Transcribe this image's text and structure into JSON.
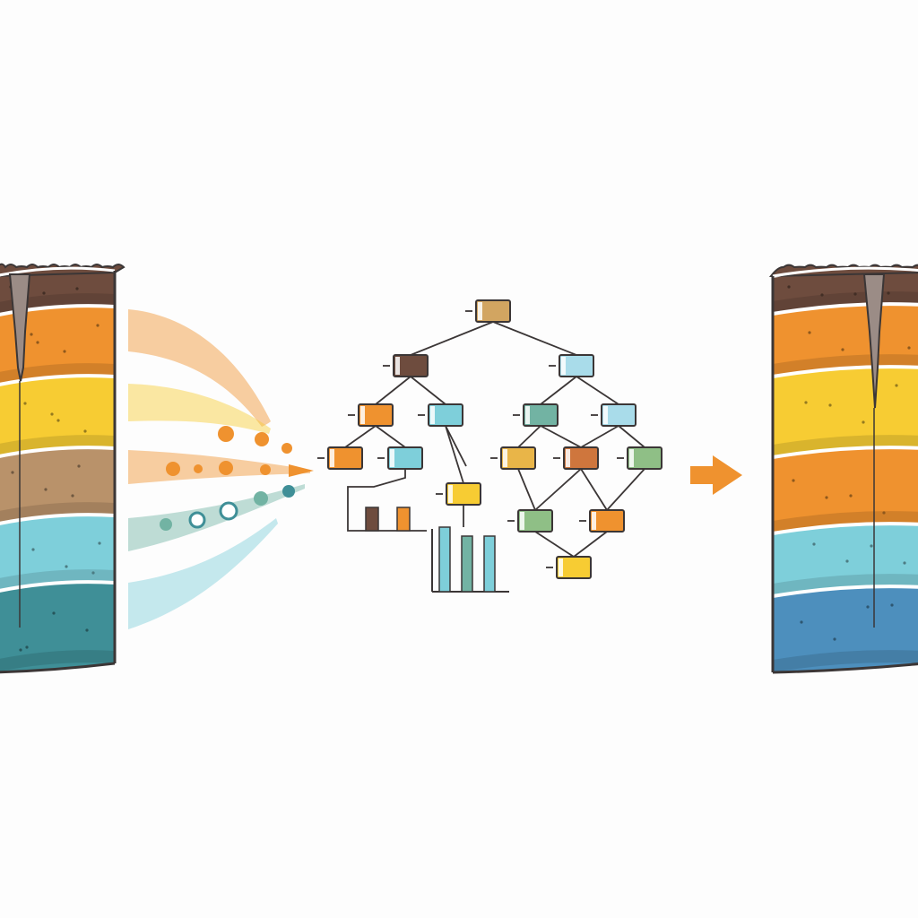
{
  "colors": {
    "background": "#fdfdfd",
    "outline": "#3b3636",
    "brown_dark": "#6e4c3e",
    "brown_light": "#b9926a",
    "orange": "#ef922f",
    "yellow": "#f7cc33",
    "teal_light": "#7ecfda",
    "teal_dark": "#3f8f97",
    "blue": "#4d8fbd",
    "sage": "#8fbf86",
    "sea_green": "#72b3a3",
    "ochre": "#e9b548",
    "rust": "#cf763d",
    "sky": "#a9dcea",
    "tan": "#d2a561"
  },
  "input_column": {
    "layers": [
      "brown_dark",
      "orange",
      "yellow",
      "brown_light",
      "teal_light",
      "teal_dark"
    ]
  },
  "output_column": {
    "layers": [
      "brown_dark",
      "orange",
      "yellow",
      "orange",
      "teal_light",
      "blue"
    ]
  },
  "data_streams": {
    "bands": [
      "orange",
      "yellow",
      "orange",
      "sea_green",
      "teal_light"
    ],
    "particles": [
      "orange",
      "orange",
      "orange",
      "orange",
      "orange",
      "orange",
      "orange",
      "sea_green",
      "sea_green",
      "teal_dark"
    ]
  },
  "model_tree": {
    "node_colors": [
      "tan",
      "brown_dark",
      "sky",
      "orange",
      "teal_light",
      "sea_green",
      "sky",
      "orange",
      "teal_light",
      "ochre",
      "rust",
      "sage",
      "yellow",
      "sage",
      "orange",
      "yellow"
    ],
    "bar_chart_colors": [
      "brown_dark",
      "orange"
    ],
    "column_chart_colors": [
      "teal_light",
      "sea_green",
      "teal_light"
    ]
  },
  "arrow": {
    "color": "orange"
  },
  "icons": [
    "soil-core-icon",
    "decision-tree-icon",
    "arrow-right-icon",
    "bar-chart-icon"
  ]
}
